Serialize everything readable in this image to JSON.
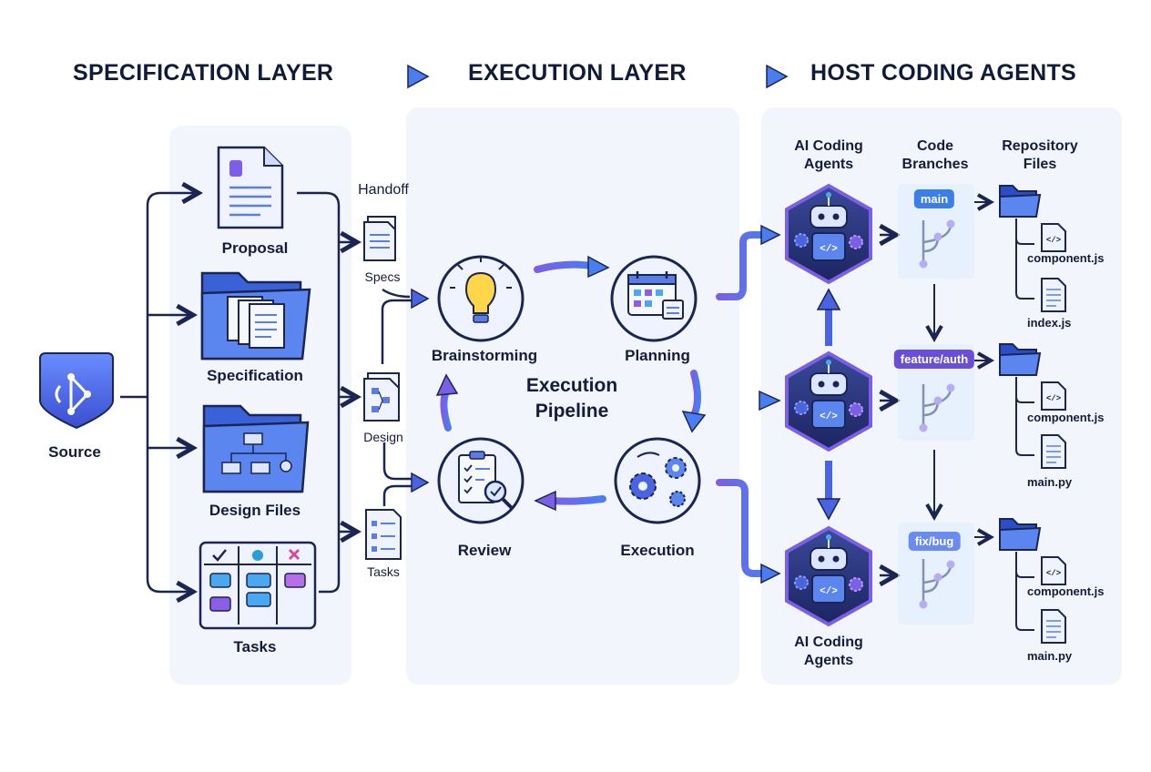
{
  "headers": {
    "specification": "SPECIFICATION LAYER",
    "execution": "EXECUTION LAYER",
    "host": "HOST CODING AGENTS"
  },
  "source": {
    "label": "Source"
  },
  "spec_items": {
    "proposal": "Proposal",
    "specification": "Specification",
    "design_files": "Design Files",
    "tasks": "Tasks"
  },
  "handoff": {
    "title": "Handoff",
    "specs": "Specs",
    "design": "Design",
    "tasks": "Tasks"
  },
  "pipeline": {
    "title_line1": "Execution",
    "title_line2": "Pipeline",
    "brainstorming": "Brainstorming",
    "planning": "Planning",
    "execution": "Execution",
    "review": "Review"
  },
  "host": {
    "col_agents_line1": "AI Coding",
    "col_agents_line2": "Agents",
    "col_branches_line1": "Code",
    "col_branches_line2": "Branches",
    "col_repo_line1": "Repository",
    "col_repo_line2": "Files",
    "bottom_agents_line1": "AI Coding",
    "bottom_agents_line2": "Agents",
    "branches": [
      "main",
      "feature/auth",
      "fix/bug"
    ],
    "files": [
      [
        "component.js",
        "index.js"
      ],
      [
        "component.js",
        "main.py"
      ],
      [
        "component.js",
        "main.py"
      ]
    ]
  },
  "colors": {
    "accent": "#4a63e0",
    "accent_dark": "#1a2554",
    "purple": "#7b4fe0",
    "panel": "#f2f5fb"
  }
}
